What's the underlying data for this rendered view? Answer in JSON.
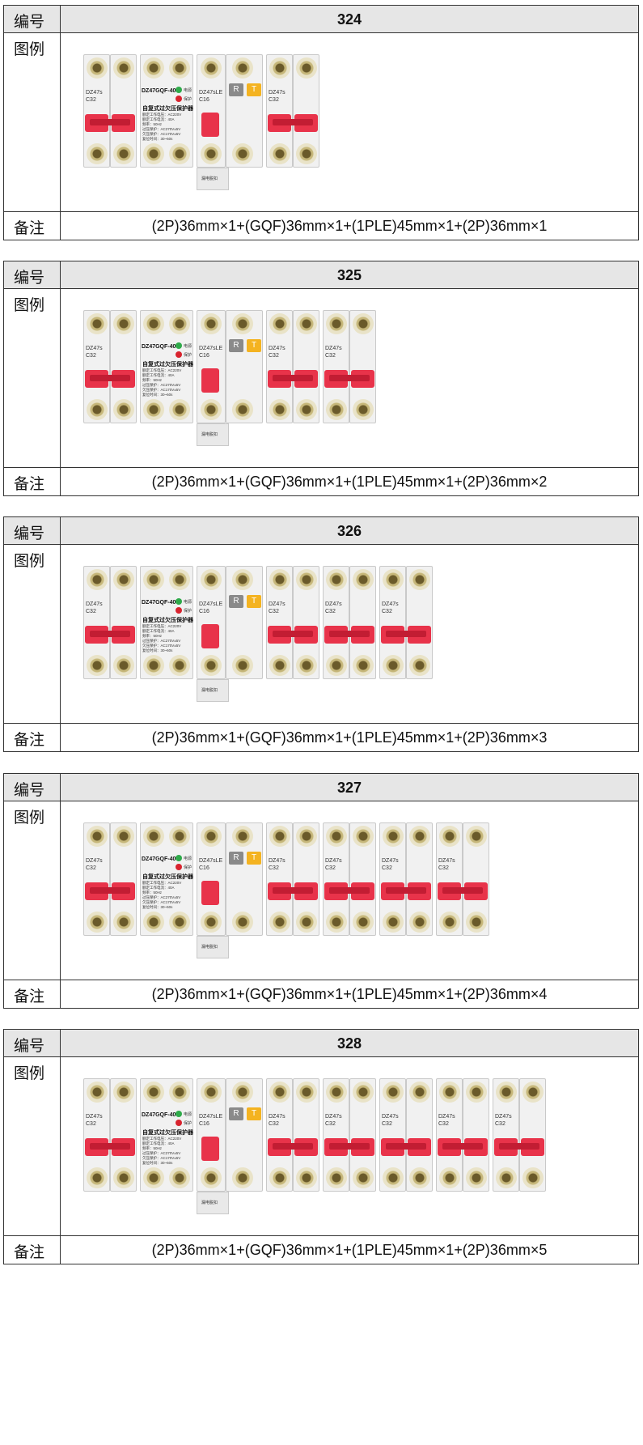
{
  "labels": {
    "number": "编号",
    "legend": "图例",
    "remark": "备注"
  },
  "items": [
    {
      "id": "324",
      "remark": "(2P)36mm×1+(GQF)36mm×1+(1PLE)45mm×1+(2P)36mm×1",
      "extra_2p": 1
    },
    {
      "id": "325",
      "remark": "(2P)36mm×1+(GQF)36mm×1+(1PLE)45mm×1+(2P)36mm×2",
      "extra_2p": 2
    },
    {
      "id": "326",
      "remark": "(2P)36mm×1+(GQF)36mm×1+(1PLE)45mm×1+(2P)36mm×3",
      "extra_2p": 3
    },
    {
      "id": "327",
      "remark": "(2P)36mm×1+(GQF)36mm×1+(1PLE)45mm×1+(2P)36mm×4",
      "extra_2p": 4
    },
    {
      "id": "328",
      "remark": "(2P)36mm×1+(GQF)36mm×1+(1PLE)45mm×1+(2P)36mm×5",
      "extra_2p": 5
    }
  ],
  "device_text": {
    "breaker_label": "DZ47s",
    "breaker_rating": "C32",
    "gqf_model": "DZ47GQF-40",
    "gqf_name": "自复式过欠压保护器",
    "gqf_power": "电源",
    "gqf_protect": "保护",
    "gqf_lines": [
      "额定工作电压：AC220V",
      "额定工作电流：40A",
      "频率：50Hz",
      "过压保护：AC270V±5V",
      "欠压保护：AC170V±5V",
      "复位时间：30~60s"
    ],
    "ple_label": "DZ47sLE",
    "ple_rating": "C16",
    "ple_btn_r": "R",
    "ple_btn_t": "T",
    "ple_tail": "漏电脱扣"
  },
  "colors": {
    "handle": "#e8334a",
    "led_green": "#2faa4a",
    "led_red": "#d8232e",
    "btn_grey": "#8a8a8a",
    "btn_yellow": "#f4b321",
    "header_bg": "#e6e6e6"
  }
}
